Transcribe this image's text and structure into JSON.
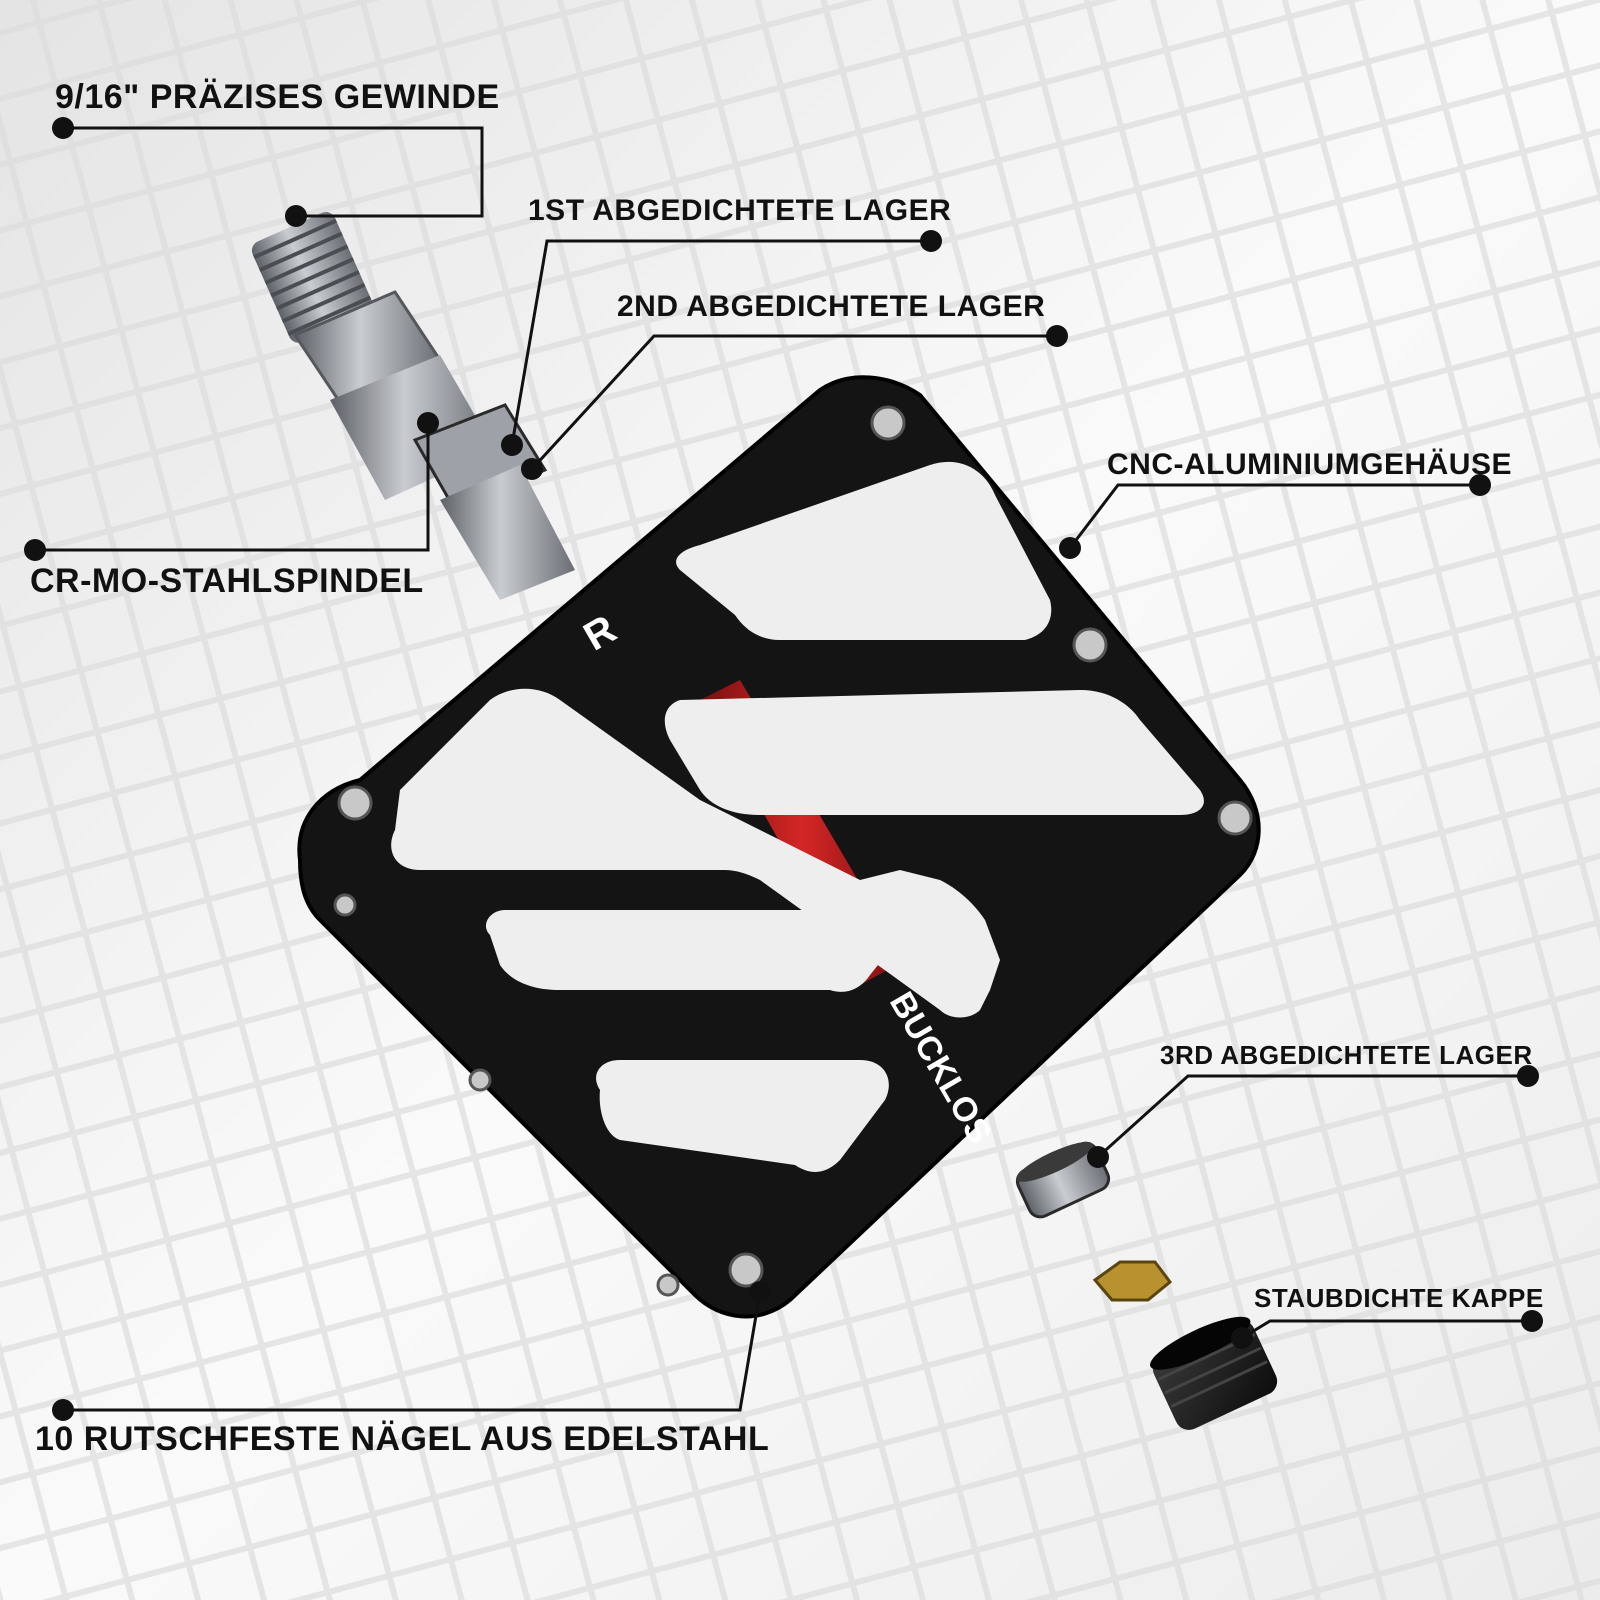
{
  "labels": {
    "thread": "9/16\" PRÄZISES GEWINDE",
    "bearing1": "1ST ABGEDICHTETE LAGER",
    "bearing2": "2ND ABGEDICHTETE LAGER",
    "housing": "CNC-ALUMINIUMGEHÄUSE",
    "spindle": "CR-MO-STAHLSPINDEL",
    "bearing3": "3RD ABGEDICHTETE LAGER",
    "cap": "STAUBDICHTE KAPPE",
    "pins": "10 RUTSCHFESTE NÄGEL AUS EDELSTAHL"
  },
  "pedal_marks": {
    "side": "R",
    "brand": "BUCKLOS"
  },
  "colors": {
    "body": "#111111",
    "axle_red": "#c81e1e",
    "spindle_grey": "#8a8d92",
    "brass": "#b8922e",
    "callout": "#111111"
  }
}
